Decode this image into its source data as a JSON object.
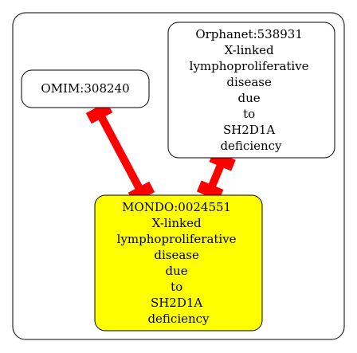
{
  "graph": {
    "nodes": {
      "omim": {
        "lines": [
          "OMIM:308240"
        ],
        "fill": "#ffffff"
      },
      "orphanet": {
        "lines": [
          "Orphanet:538931",
          "X-linked",
          "lymphoproliferative",
          "disease",
          "due",
          "to",
          "SH2D1A",
          "deficiency"
        ],
        "fill": "#ffffff"
      },
      "mondo": {
        "lines": [
          "MONDO:0024551",
          "X-linked",
          "lymphoproliferative",
          "disease",
          "due",
          "to",
          "SH2D1A",
          "deficiency"
        ],
        "fill": "#ffff00"
      }
    },
    "edges": [
      {
        "from": "omim",
        "to": "mondo",
        "color": "#ff0000"
      },
      {
        "from": "orphanet",
        "to": "mondo",
        "color": "#ff0000"
      }
    ]
  }
}
